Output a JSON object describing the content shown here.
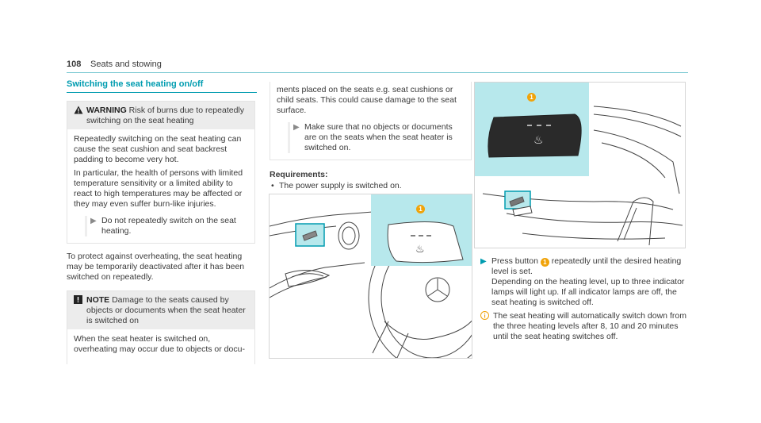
{
  "header": {
    "page_number": "108",
    "section": "Seats and stowing"
  },
  "section_title": "Switching the seat heating on/off",
  "warning": {
    "label": "WARNING",
    "title": "Risk of burns due to repeatedly switching on the seat heating",
    "body": [
      "Repeatedly switching on the seat heating can cause the seat cushion and seat backrest padding to become very hot.",
      "In particular, the health of persons with limited temperature sensitivity or a limited ability to react to high temperatures may be affected or they may even suffer burn-like injuries."
    ],
    "step": "Do not repeatedly switch on the seat heating."
  },
  "protect_text": "To protect against overheating, the seat heating may be temporarily deactivated after it has been switched on repeatedly.",
  "note": {
    "label": "NOTE",
    "title": "Damage to the seats caused by objects or documents when the seat heater is switched on",
    "body_part1": "When the seat heater is switched on, overheating may occur due to objects or docu-",
    "body_part2": "ments placed on the seats e.g. seat cushions or child seats. This could cause damage to the seat surface.",
    "step": "Make sure that no objects or documents are on the seats when the seat heater is switched on."
  },
  "requirements": {
    "title": "Requirements:",
    "items": [
      "The power supply is switched on."
    ]
  },
  "callout_number": "1",
  "instruction": {
    "pre": "Press button",
    "post": "repeatedly until the desired heating level is set.",
    "detail": "Depending on the heating level, up to three indicator lamps will light up. If all indicator lamps are off, the seat heating is switched off."
  },
  "info_text": "The seat heating will automatically switch down from the three heating levels after 8, 10 and 20 minutes until the seat heating switches off.",
  "colors": {
    "accent": "#009cb0",
    "callout": "#f0a30a",
    "highlight": "#b7e8ec"
  },
  "icons": [
    "warning-triangle-icon",
    "note-exclamation-icon",
    "step-arrow-icon",
    "info-icon",
    "seat-heating-icon"
  ]
}
